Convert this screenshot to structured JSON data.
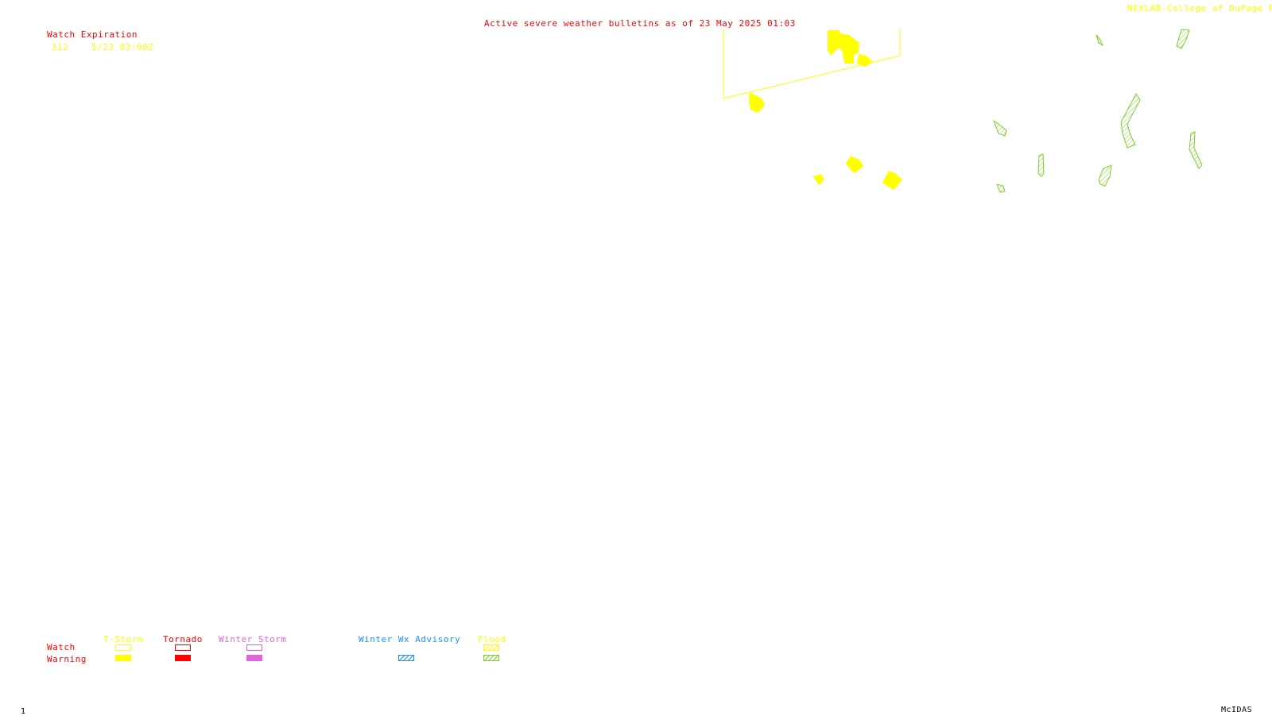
{
  "header": {
    "title": "Active severe weather bulletins as of 23 May 2025 01:03",
    "credit": "NEXLAB-College of DuPage R",
    "title_color": "#ff0000",
    "credit_color": "#ffff00"
  },
  "watch_table": {
    "heading": "Watch Expiration",
    "rows": [
      {
        "number": "312",
        "expiration": "5/23 03:00Z"
      }
    ]
  },
  "legend": {
    "row_labels": {
      "watch": "Watch",
      "warning": "Warning"
    },
    "categories": [
      {
        "label": "T-Storm",
        "color": "#ffff00"
      },
      {
        "label": "Tornado",
        "color": "#ff0000"
      },
      {
        "label": "Winter Storm",
        "color": "#dd66dd"
      },
      {
        "label": "Winter Wx Advisory",
        "color": "#1e90ff"
      },
      {
        "label": "Flood",
        "color": "#ffff00",
        "warning_color": "#7fcc2a"
      }
    ]
  },
  "footer": {
    "frame_number": "1",
    "software": "McIDAS"
  },
  "map_layers": {
    "severe_thunderstorm_watch_color": "#ffff00",
    "severe_thunderstorm_warning_color": "#ffff00",
    "flood_warning_color": "#7fcc2a"
  }
}
